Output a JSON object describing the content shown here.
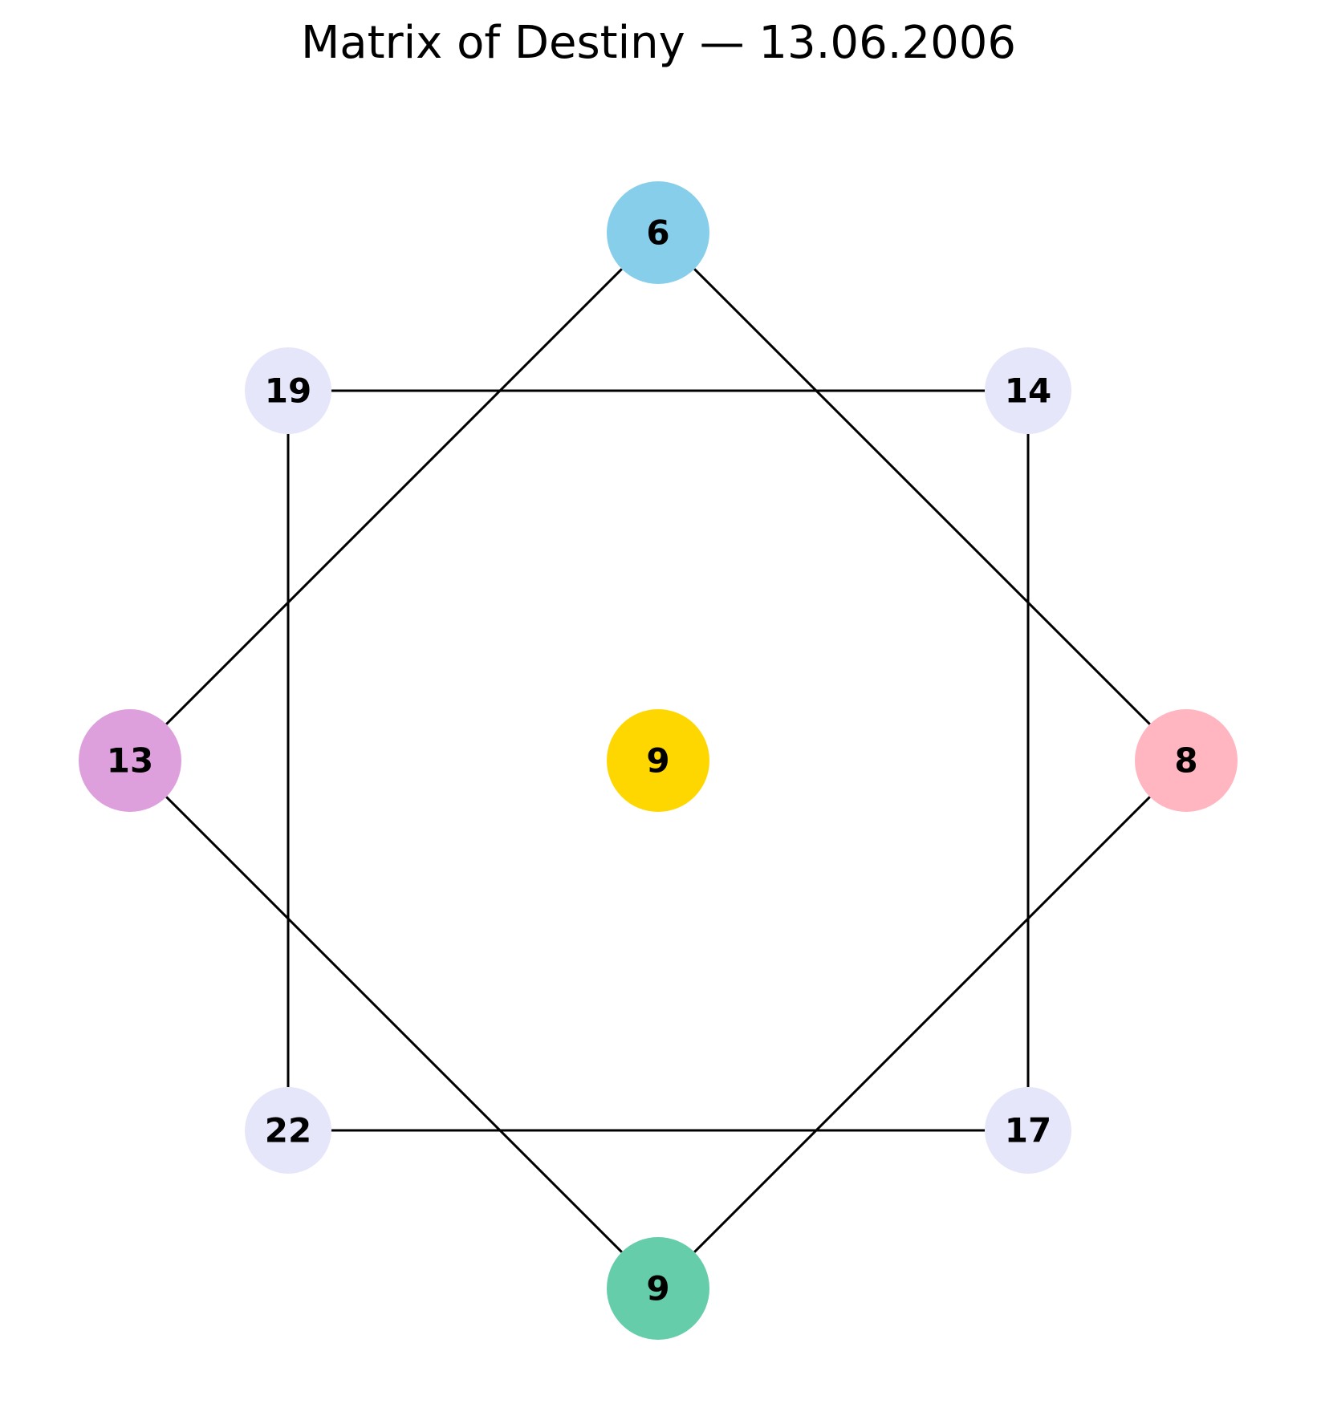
{
  "title": "Matrix of Destiny — 13.06.2006",
  "nodes": {
    "top": {
      "value": "6",
      "color": "#87CEEB"
    },
    "right": {
      "value": "8",
      "color": "#FFB6C1"
    },
    "bottom": {
      "value": "9",
      "color": "#66CDAA"
    },
    "left": {
      "value": "13",
      "color": "#DDA0DD"
    },
    "center": {
      "value": "9",
      "color": "#FFD700"
    },
    "top_left": {
      "value": "19",
      "color": "#E6E6FA"
    },
    "top_right": {
      "value": "14",
      "color": "#E6E6FA"
    },
    "bottom_right": {
      "value": "17",
      "color": "#E6E6FA"
    },
    "bottom_left": {
      "value": "22",
      "color": "#E6E6FA"
    }
  },
  "edges": [
    [
      "top",
      "right"
    ],
    [
      "right",
      "bottom"
    ],
    [
      "bottom",
      "left"
    ],
    [
      "left",
      "top"
    ],
    [
      "top_left",
      "top_right"
    ],
    [
      "top_right",
      "bottom_right"
    ],
    [
      "bottom_right",
      "bottom_left"
    ],
    [
      "bottom_left",
      "top_left"
    ]
  ],
  "line_color": "#000000"
}
